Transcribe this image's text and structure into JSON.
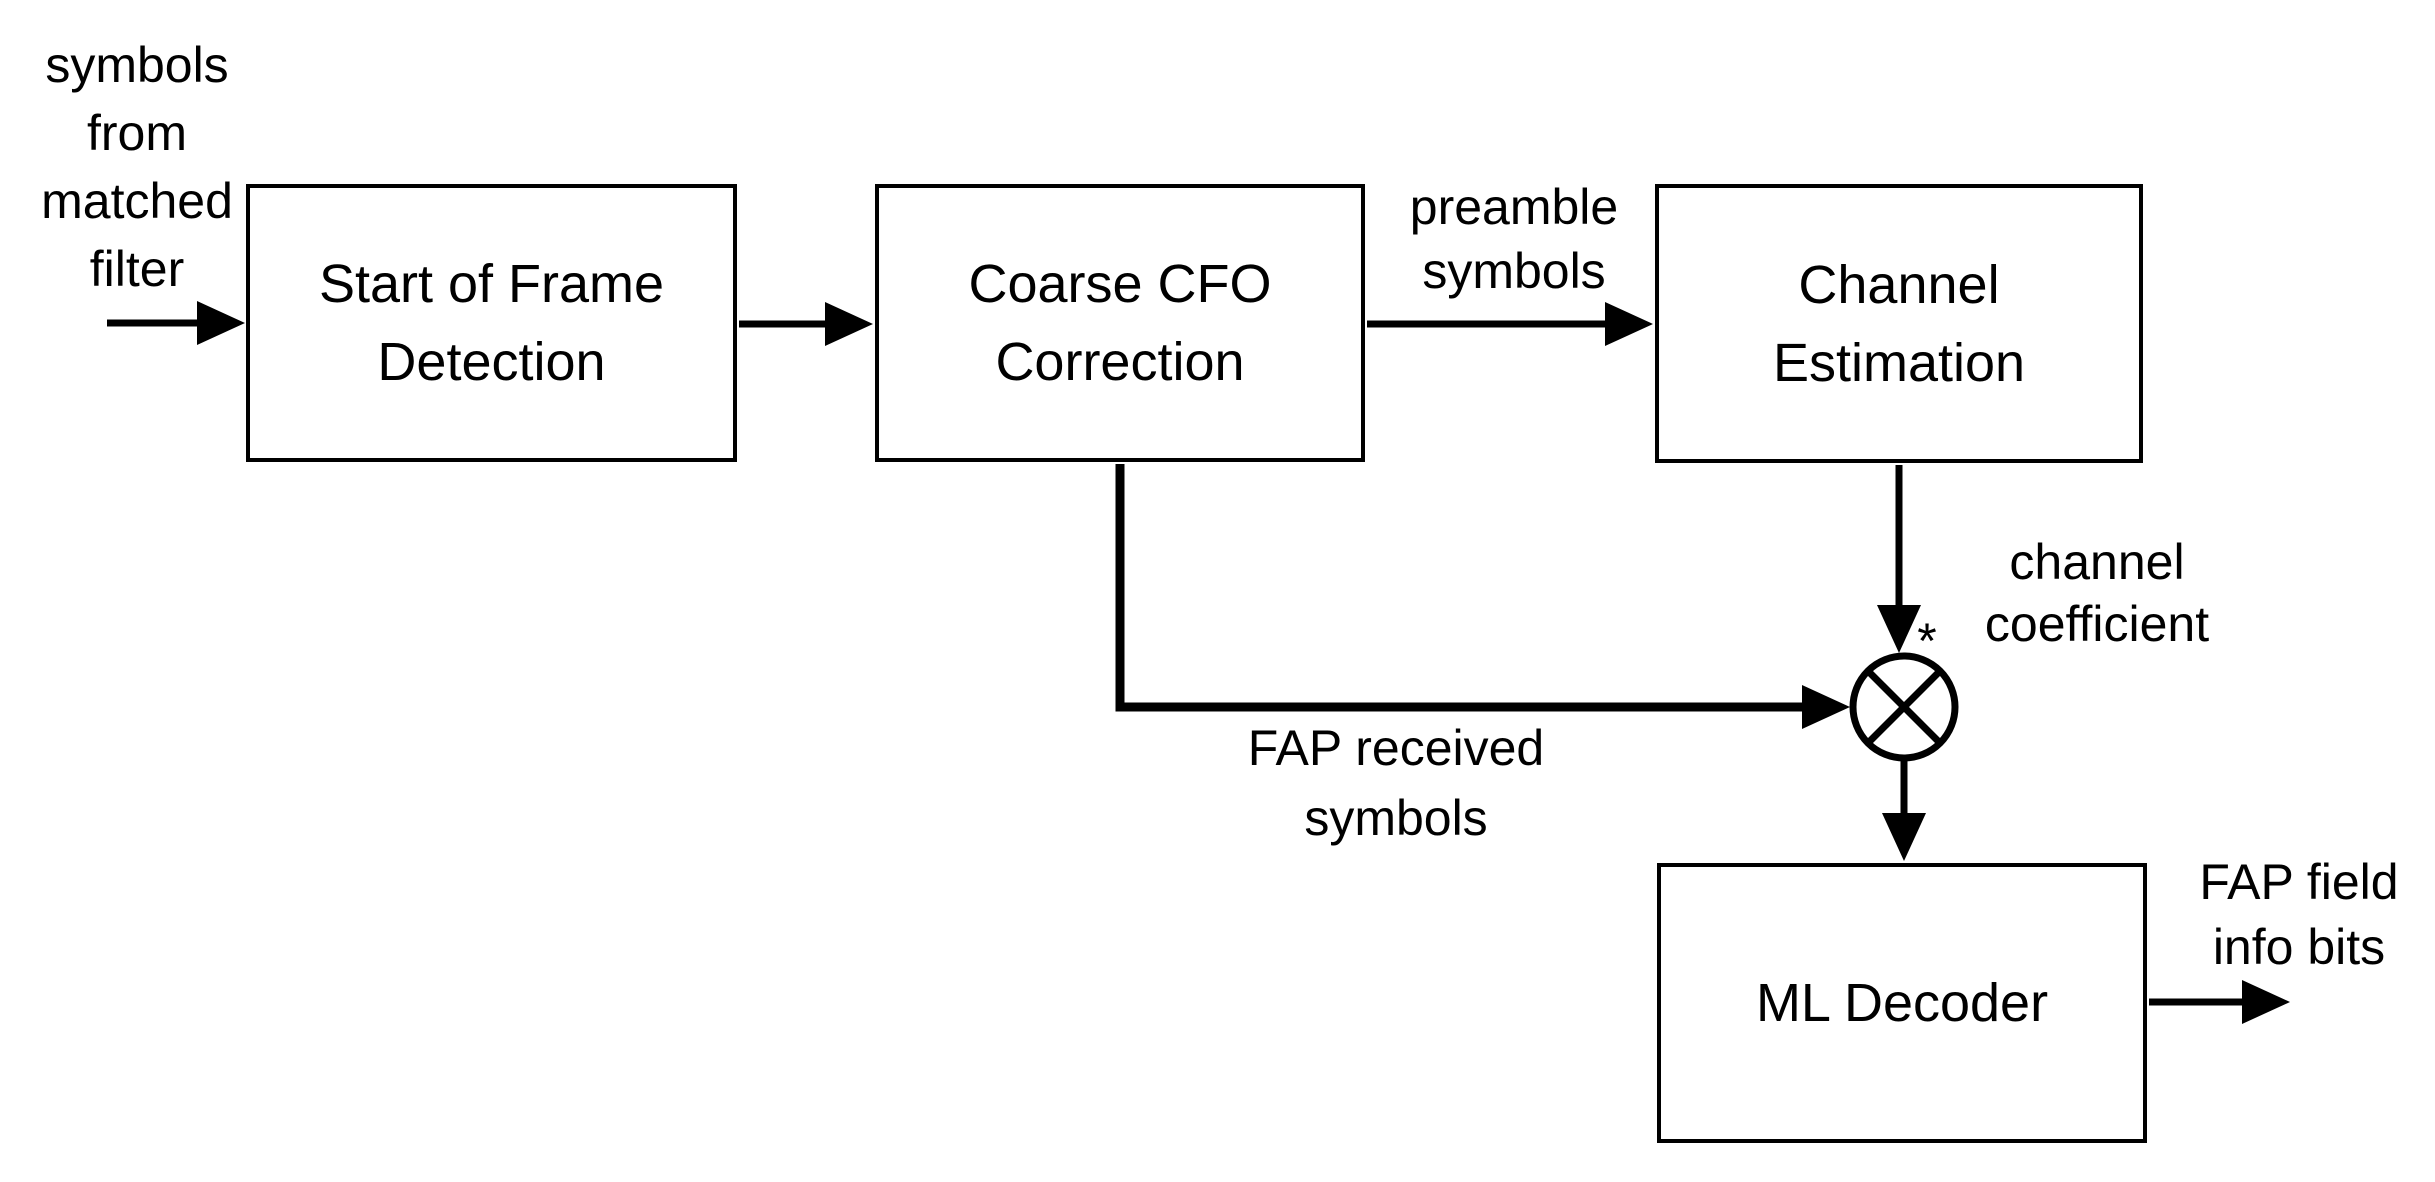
{
  "diagram": {
    "colors": {
      "background": "#ffffff",
      "line": "#000000",
      "text": "#000000"
    },
    "blocks": [
      {
        "label": "Start of Frame\nDetection"
      },
      {
        "label": "Coarse CFO\nCorrection"
      },
      {
        "label": "Channel\nEstimation"
      },
      {
        "label": "ML Decoder"
      }
    ],
    "labels": {
      "input": "symbols\nfrom\nmatched\nfilter",
      "preamble": "preamble\nsymbols",
      "channel_coefficient": "channel\ncoefficient",
      "multiply_mark": "*",
      "fap_received": "FAP received\nsymbols",
      "fap_field": "FAP field\ninfo bits"
    }
  }
}
